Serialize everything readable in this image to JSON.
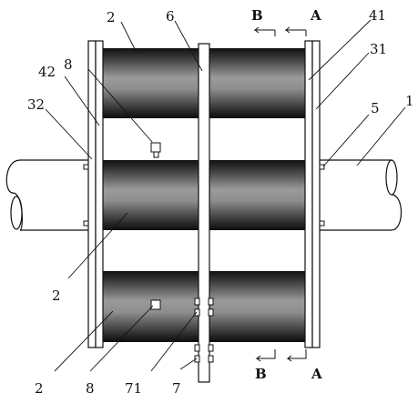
{
  "labels": {
    "l_2_top": "2",
    "l_6": "6",
    "l_B_top": "B",
    "l_A_top": "A",
    "l_41": "41",
    "l_8_top": "8",
    "l_31": "31",
    "l_42": "42",
    "l_32": "32",
    "l_5": "5",
    "l_1": "1",
    "l_2_mid": "2",
    "l_2_bot": "2",
    "l_8_bot": "8",
    "l_71": "71",
    "l_7": "7",
    "l_B_bot": "B",
    "l_A_bot": "A"
  },
  "colors": {
    "line": "#111111",
    "roller_dark": "#151515",
    "roller_light": "#8a8a8a",
    "background": "#ffffff"
  }
}
